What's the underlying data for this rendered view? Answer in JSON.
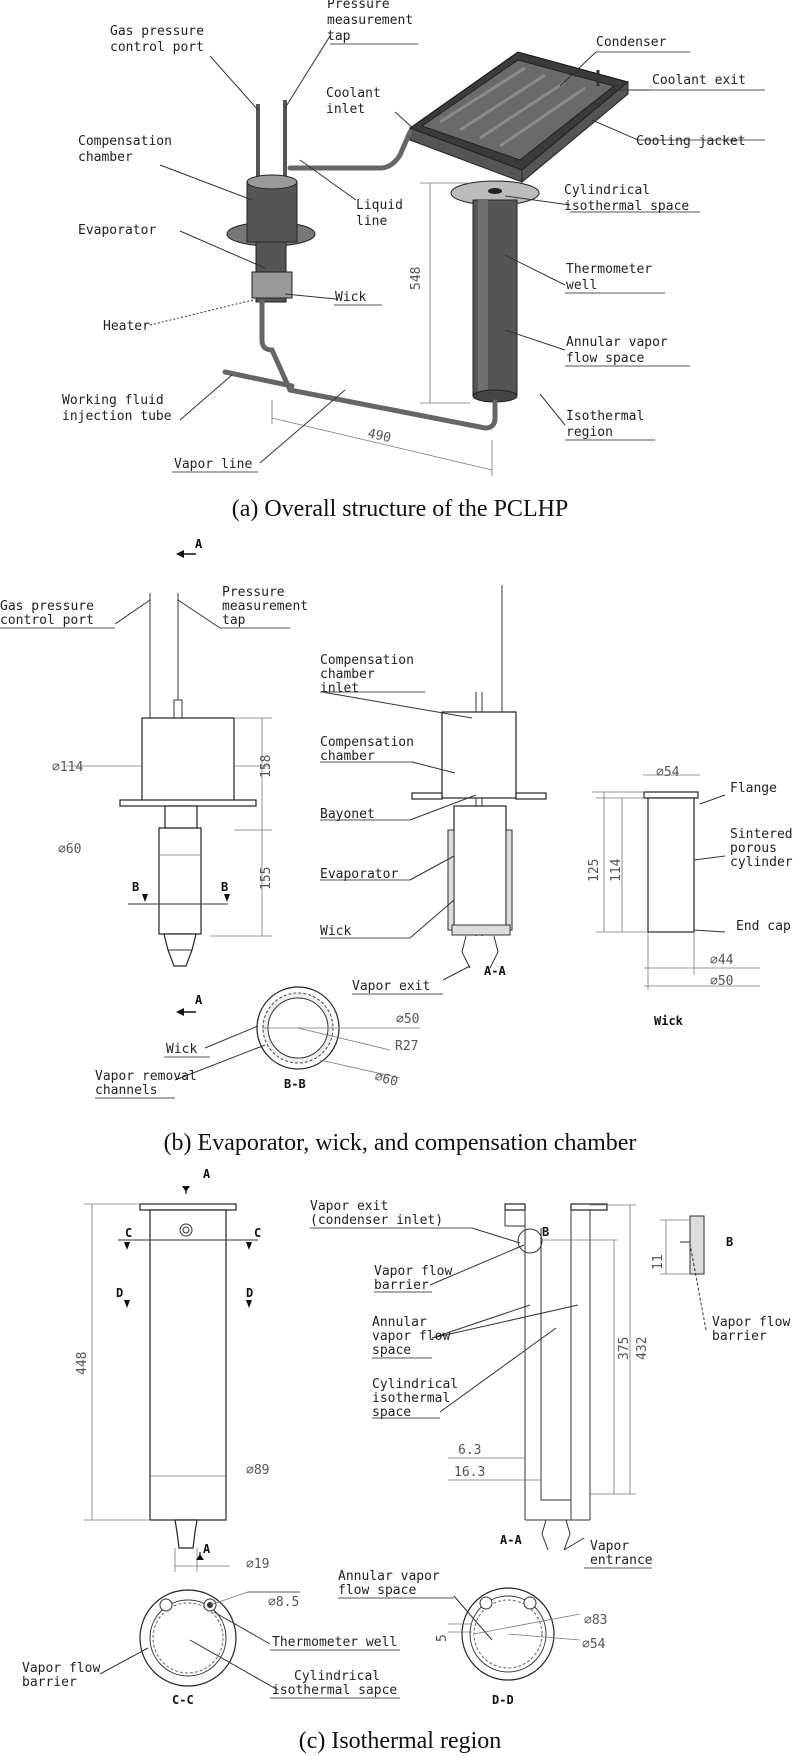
{
  "panel_a": {
    "caption": "(a) Overall structure of the PCLHP",
    "labels": {
      "gas_pressure_control_port": [
        "Gas pressure",
        "control port"
      ],
      "pressure_measurement_tap": [
        "Pressure",
        "measurement",
        "tap"
      ],
      "condenser": "Condenser",
      "coolant_exit": "Coolant exit",
      "coolant_inlet": [
        "Coolant",
        "inlet"
      ],
      "cooling_jacket": "Cooling jacket",
      "compensation_chamber": [
        "Compensation",
        "chamber"
      ],
      "liquid_line": [
        "Liquid",
        "line"
      ],
      "cylindrical_isothermal_space": [
        "Cylindrical",
        "isothermal space"
      ],
      "evaporator": "Evaporator",
      "wick": "Wick",
      "thermometer_well": [
        "Thermometer",
        "well"
      ],
      "heater": "Heater",
      "annular_vapor_flow_space": [
        "Annular vapor",
        "flow space"
      ],
      "working_fluid_injection_tube": [
        "Working fluid",
        "injection tube"
      ],
      "isothermal_region": [
        "Isothermal",
        "region"
      ],
      "vapor_line": "Vapor line"
    },
    "dimensions": {
      "height": "548",
      "width": "490"
    }
  },
  "panel_b": {
    "caption": "(b) Evaporator, wick, and compensation chamber",
    "labels": {
      "section_a_top": "A",
      "section_a_bottom": "A",
      "gas_pressure_control_port": [
        "Gas pressure",
        "control port"
      ],
      "pressure_measurement_tap": [
        "Pressure",
        "measurement",
        "tap"
      ],
      "compensation_chamber_inlet": [
        "Compensation",
        "chamber",
        "inlet"
      ],
      "compensation_chamber": [
        "Compensation",
        "chamber"
      ],
      "bayonet": "Bayonet",
      "evaporator": "Evaporator",
      "wick": "Wick",
      "vapor_exit": "Vapor exit",
      "section_aa": "A-A",
      "section_bb": "B-B",
      "section_b_left": "B",
      "section_b_right": "B",
      "wick_bb": "Wick",
      "vapor_removal_channels": [
        "Vapor removal",
        "channels"
      ],
      "flange": "Flange",
      "sintered_porous_cylinder": [
        "Sintered",
        "porous",
        "cylinder"
      ],
      "end_cap": "End cap",
      "wick_title": "Wick"
    },
    "dimensions": {
      "d114": "∅114",
      "h158": "158",
      "d60": "∅60",
      "h155": "155",
      "d54": "∅54",
      "h125": "125",
      "h114": "114",
      "d44": "∅44",
      "d50": "∅50",
      "bb_d50": "∅50",
      "bb_r27": "R27",
      "bb_d60": "∅60"
    }
  },
  "panel_c": {
    "caption": "(c) Isothermal region",
    "labels": {
      "section_a_top": "A",
      "section_a_bottom": "A",
      "c_left": "C",
      "c_right": "C",
      "d_left": "D",
      "d_right": "D",
      "vapor_exit": [
        "Vapor exit",
        "(condenser inlet)"
      ],
      "vapor_flow_barrier": [
        "Vapor flow",
        "barrier"
      ],
      "annular_vapor_flow_space": [
        "Annular",
        "vapor flow",
        "space"
      ],
      "cylindrical_isothermal_space": [
        "Cylindrical",
        "isothermal",
        "space"
      ],
      "detail_b_marker": "B",
      "detail_b_label": "B",
      "detail_vapor_flow_barrier": [
        "Vapor flow",
        "barrier"
      ],
      "vapor_entrance": [
        "Vapor",
        "entrance"
      ],
      "section_aa": "A-A",
      "section_cc": "C-C",
      "section_dd": "D-D",
      "cc_vapor_flow_barrier": [
        "Vapor flow",
        "barrier"
      ],
      "cc_thermometer_well": "Thermometer well",
      "cc_cylindrical_isothermal_space": [
        "Cylindrical",
        "isothermal sapce"
      ],
      "dd_annular_vapor_flow_space": [
        "Annular vapor",
        "flow space"
      ]
    },
    "dimensions": {
      "h448": "448",
      "d89": "∅89",
      "d19": "∅19",
      "h375": "375",
      "h432": "432",
      "w6_3": "6.3",
      "w16_3": "16.3",
      "h11": "11",
      "d8_5": "∅8.5",
      "h5": "5",
      "d83": "∅83",
      "d54": "∅54"
    }
  }
}
